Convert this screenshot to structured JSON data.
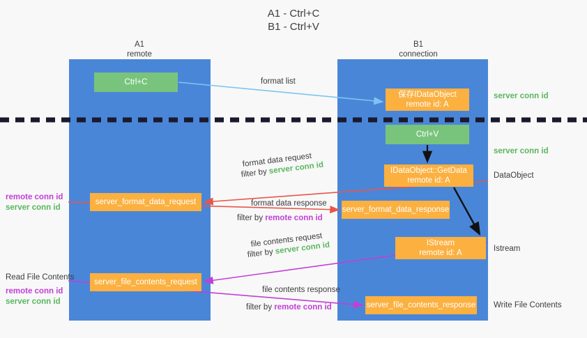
{
  "title": "A1 - Ctrl+C\nB1 - Ctrl+V",
  "colors": {
    "lane": "#4a86d8",
    "green_box": "#79c47d",
    "orange_box": "#fbb040",
    "server_conn_id": "#5ab65f",
    "remote_conn_id": "#c13fd6",
    "arrow_blue": "#7ec4ef",
    "arrow_red": "#e8564a",
    "arrow_magenta": "#c13fd6",
    "arrow_black": "#111111",
    "background": "#f8f8f8"
  },
  "columns": {
    "left": {
      "name": "A1",
      "role": "remote",
      "header": "A1\nremote"
    },
    "right": {
      "name": "B1",
      "role": "connection",
      "header": "B1\nconnection"
    }
  },
  "boxes": {
    "ctrl_c": "Ctrl+C",
    "save_idataobject": {
      "line1": "保存IDataObject",
      "line2": "remote id: A"
    },
    "ctrl_v": "Ctrl+V",
    "getdata": {
      "line1": "IDataObject::GetData",
      "line2": "remote id: A"
    },
    "istream": {
      "line1": "IStream",
      "line2": "remote id: A"
    },
    "server_format_data_request": "server_format_data_request",
    "server_format_data_response": "server_format_data_response",
    "server_file_contents_request": "server_file_contents_request",
    "server_file_contents_response": "server_file_contents_response"
  },
  "right_labels": {
    "server_conn_id_1": "server conn id",
    "server_conn_id_2": "server conn id",
    "dataobject": "DataObject",
    "istream": "Istream",
    "write_file_contents": "Write File Contents"
  },
  "left_labels": {
    "remote_conn_id_1": "remote conn id",
    "server_conn_id_1": "server conn id",
    "read_file_contents": "Read File Contents",
    "remote_conn_id_2": "remote conn id",
    "server_conn_id_2": "server conn id"
  },
  "arrow_labels": {
    "format_list": "format list",
    "format_data_request": "format data request",
    "filter_by": "filter by ",
    "filter_server_conn_id": "server conn id",
    "filter_remote_conn_id": "remote conn id",
    "format_data_response": "format data response",
    "file_contents_request": "file contents request",
    "file_contents_response": "file contents response"
  }
}
